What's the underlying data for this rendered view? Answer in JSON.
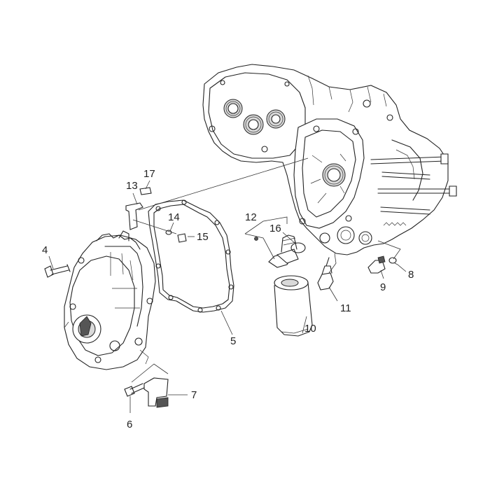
{
  "callouts": [
    {
      "id": "c4",
      "text": "4"
    },
    {
      "id": "c5",
      "text": "5"
    },
    {
      "id": "c6",
      "text": "6"
    },
    {
      "id": "c7",
      "text": "7"
    },
    {
      "id": "c8",
      "text": "8"
    },
    {
      "id": "c9",
      "text": "9"
    },
    {
      "id": "c10",
      "text": "10"
    },
    {
      "id": "c11",
      "text": "11"
    },
    {
      "id": "c12",
      "text": "12"
    },
    {
      "id": "c13",
      "text": "13"
    },
    {
      "id": "c14",
      "text": "14"
    },
    {
      "id": "c15",
      "text": "15"
    },
    {
      "id": "c16",
      "text": "16"
    },
    {
      "id": "c17",
      "text": "17"
    }
  ],
  "colors": {
    "line": "#222222",
    "background": "#ffffff"
  }
}
